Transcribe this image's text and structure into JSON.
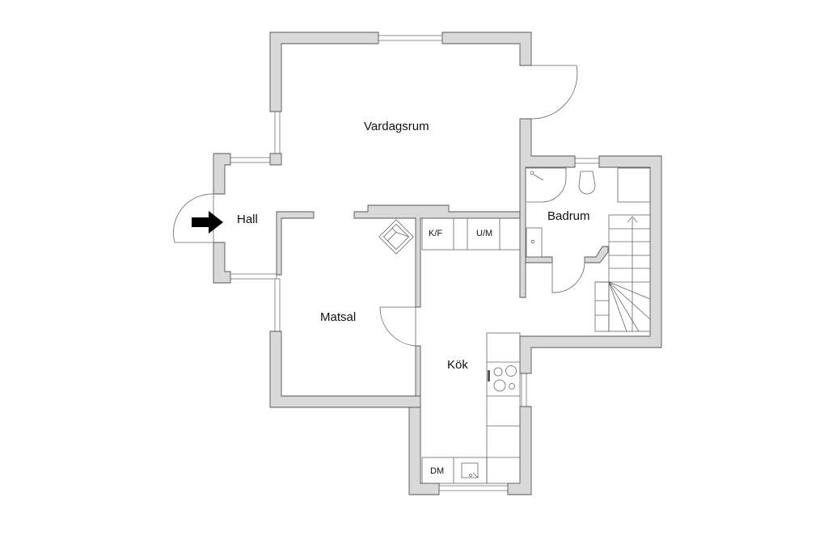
{
  "rooms": {
    "living": "Vardagsrum",
    "hall": "Hall",
    "dining": "Matsal",
    "kitchen": "Kök",
    "bathroom": "Badrum"
  },
  "appliances": {
    "fridge_freezer": "K/F",
    "oven_microwave": "U/M",
    "dishwasher": "DM"
  },
  "colors": {
    "wall": "#d9d9d9",
    "line": "#555555"
  }
}
